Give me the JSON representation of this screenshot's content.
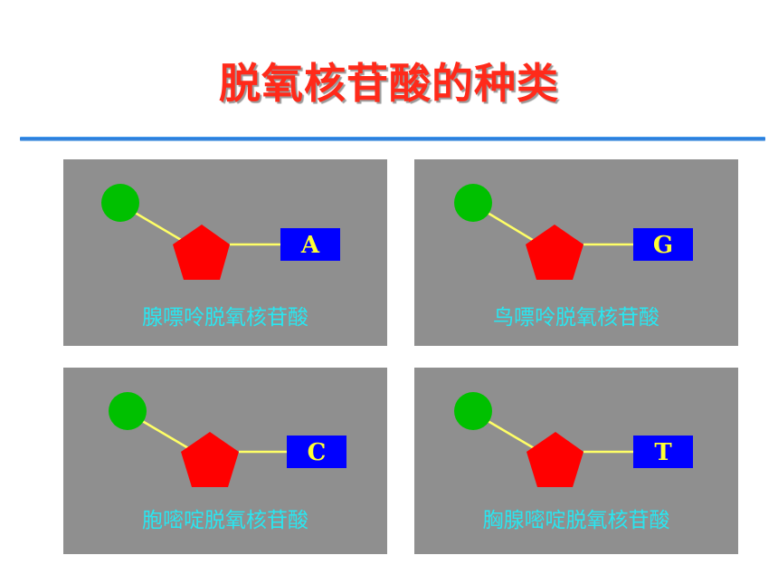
{
  "title": "脱氧核苷酸的种类",
  "colors": {
    "title": "#ff2a1a",
    "panel_bg": "#8f8f8f",
    "phosphate": "#00c000",
    "sugar": "#ff0000",
    "base_box": "#0000ff",
    "base_letter": "#ffff33",
    "bond": "#ffff66",
    "label": "#29e6f0",
    "rule": "#1f73d6"
  },
  "nucleotides": [
    {
      "base": "A",
      "name": "腺嘌呤脱氧核苷酸"
    },
    {
      "base": "G",
      "name": "鸟嘌呤脱氧核苷酸"
    },
    {
      "base": "C",
      "name": "胞嘧啶脱氧核苷酸"
    },
    {
      "base": "T",
      "name": "胸腺嘧啶脱氧核苷酸"
    }
  ]
}
